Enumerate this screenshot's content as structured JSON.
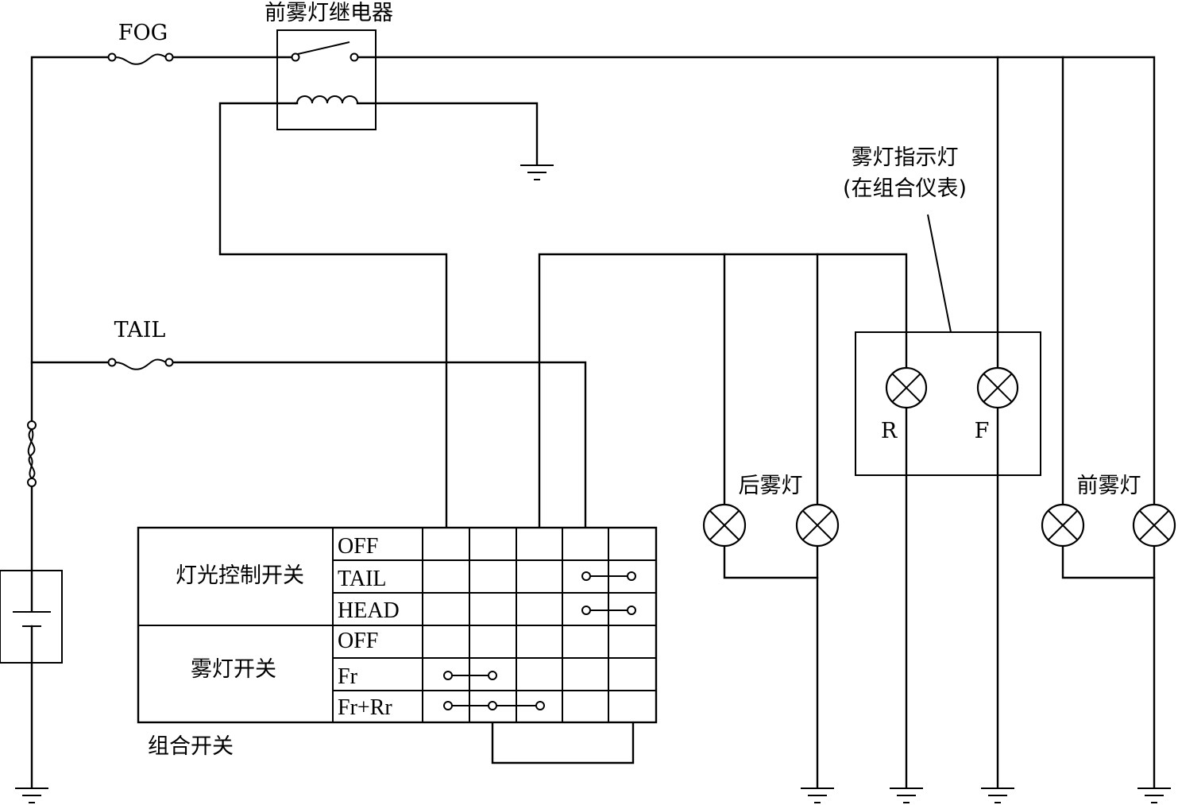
{
  "labels": {
    "fog_fuse": "FOG",
    "fog_relay": "前雾灯继电器",
    "indicator_title": "雾灯指示灯",
    "indicator_sub": "(在组合仪表)",
    "tail_fuse": "TAIL",
    "rear_fog_lamp": "后雾灯",
    "front_fog_lamp": "前雾灯",
    "indicator_r": "R",
    "indicator_f": "F",
    "combination_switch": "组合开关"
  },
  "switch_table": {
    "light_switch_label": "灯光控制开关",
    "fog_switch_label": "雾灯开关",
    "light_rows": [
      "OFF",
      "TAIL",
      "HEAD"
    ],
    "fog_rows": [
      "OFF",
      "Fr",
      "Fr+Rr"
    ]
  }
}
